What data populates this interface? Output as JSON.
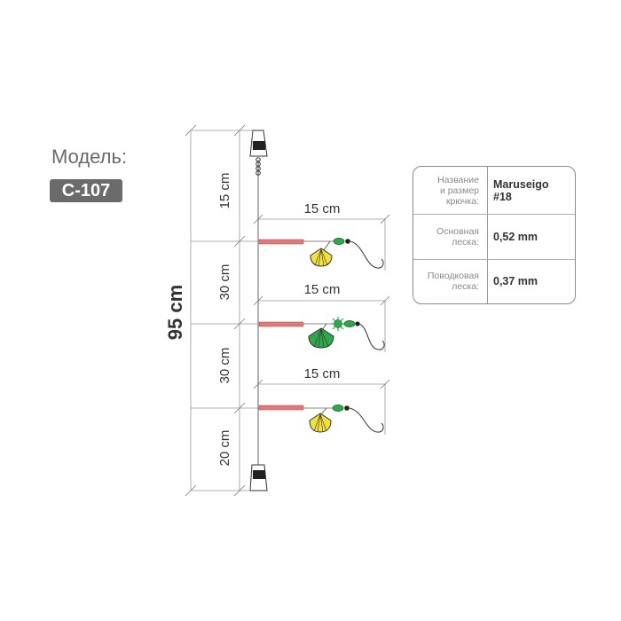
{
  "model": {
    "label": "Модель:",
    "code": "С-107"
  },
  "rig": {
    "total_length": "95 cm",
    "segments": [
      "15 cm",
      "30 cm",
      "30 cm",
      "20 cm"
    ],
    "leader_length": [
      "15 cm",
      "15 cm",
      "15 cm"
    ],
    "leader_color": "#e07a7a",
    "attractor_colors": [
      "#f0e23a",
      "#2fa84a",
      "#f0e23a"
    ],
    "bead_color": "#2fa84a"
  },
  "specs": {
    "rows": [
      {
        "label": "Название\nи размер\nкрючка:",
        "value": "Maruseigo\n#18"
      },
      {
        "label": "Основная\nлеска:",
        "value": "0,52 mm"
      },
      {
        "label": "Поводковая\nлеска:",
        "value": "0,37 mm"
      }
    ]
  }
}
